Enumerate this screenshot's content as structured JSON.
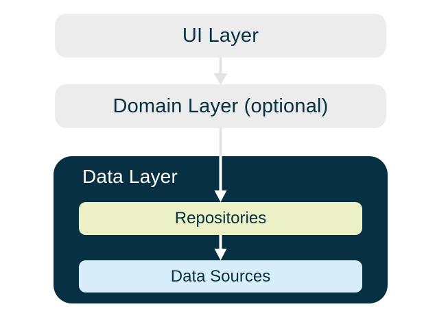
{
  "diagram": {
    "nodes": {
      "ui_layer": "UI Layer",
      "domain_layer": "Domain Layer (optional)",
      "data_layer": "Data Layer",
      "repositories": "Repositories",
      "data_sources": "Data Sources"
    },
    "arrows": [
      {
        "name": "ui-to-domain",
        "from": "ui_layer",
        "to": "domain_layer",
        "color": "#e4e4e4"
      },
      {
        "name": "domain-to-repositories",
        "from": "domain_layer",
        "to": "repositories",
        "color": "#e4e4e4 outside, #ffffff inside data layer"
      },
      {
        "name": "repositories-to-data-sources",
        "from": "repositories",
        "to": "data_sources",
        "color": "#ffffff"
      }
    ],
    "colors": {
      "layer_box_bg": "#ececec",
      "layer_box_text": "#073042",
      "data_layer_bg": "#073042",
      "data_layer_text": "#ffffff",
      "repositories_bg": "#ebf0c6",
      "data_sources_bg": "#d7edfa",
      "arrow_gray": "#e4e4e4",
      "arrow_white": "#ffffff",
      "page_bg": "#ffffff"
    }
  }
}
